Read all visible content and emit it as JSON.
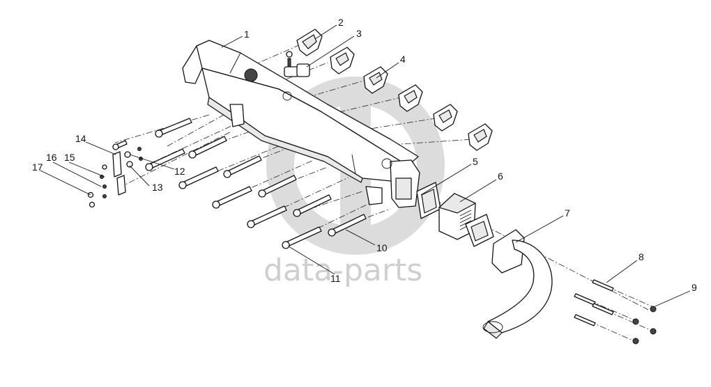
{
  "watermark": {
    "text": "data-parts",
    "color": "#cfcfcf"
  },
  "callouts": [
    {
      "id": "1",
      "label": "1"
    },
    {
      "id": "2",
      "label": "2"
    },
    {
      "id": "3",
      "label": "3"
    },
    {
      "id": "4",
      "label": "4"
    },
    {
      "id": "5",
      "label": "5"
    },
    {
      "id": "6",
      "label": "6"
    },
    {
      "id": "7",
      "label": "7"
    },
    {
      "id": "8",
      "label": "8"
    },
    {
      "id": "9",
      "label": "9"
    },
    {
      "id": "10",
      "label": "10"
    },
    {
      "id": "11",
      "label": "11"
    },
    {
      "id": "12",
      "label": "12"
    },
    {
      "id": "13",
      "label": "13"
    },
    {
      "id": "14",
      "label": "14"
    },
    {
      "id": "15",
      "label": "15"
    },
    {
      "id": "16",
      "label": "16"
    },
    {
      "id": "17",
      "label": "17"
    }
  ]
}
